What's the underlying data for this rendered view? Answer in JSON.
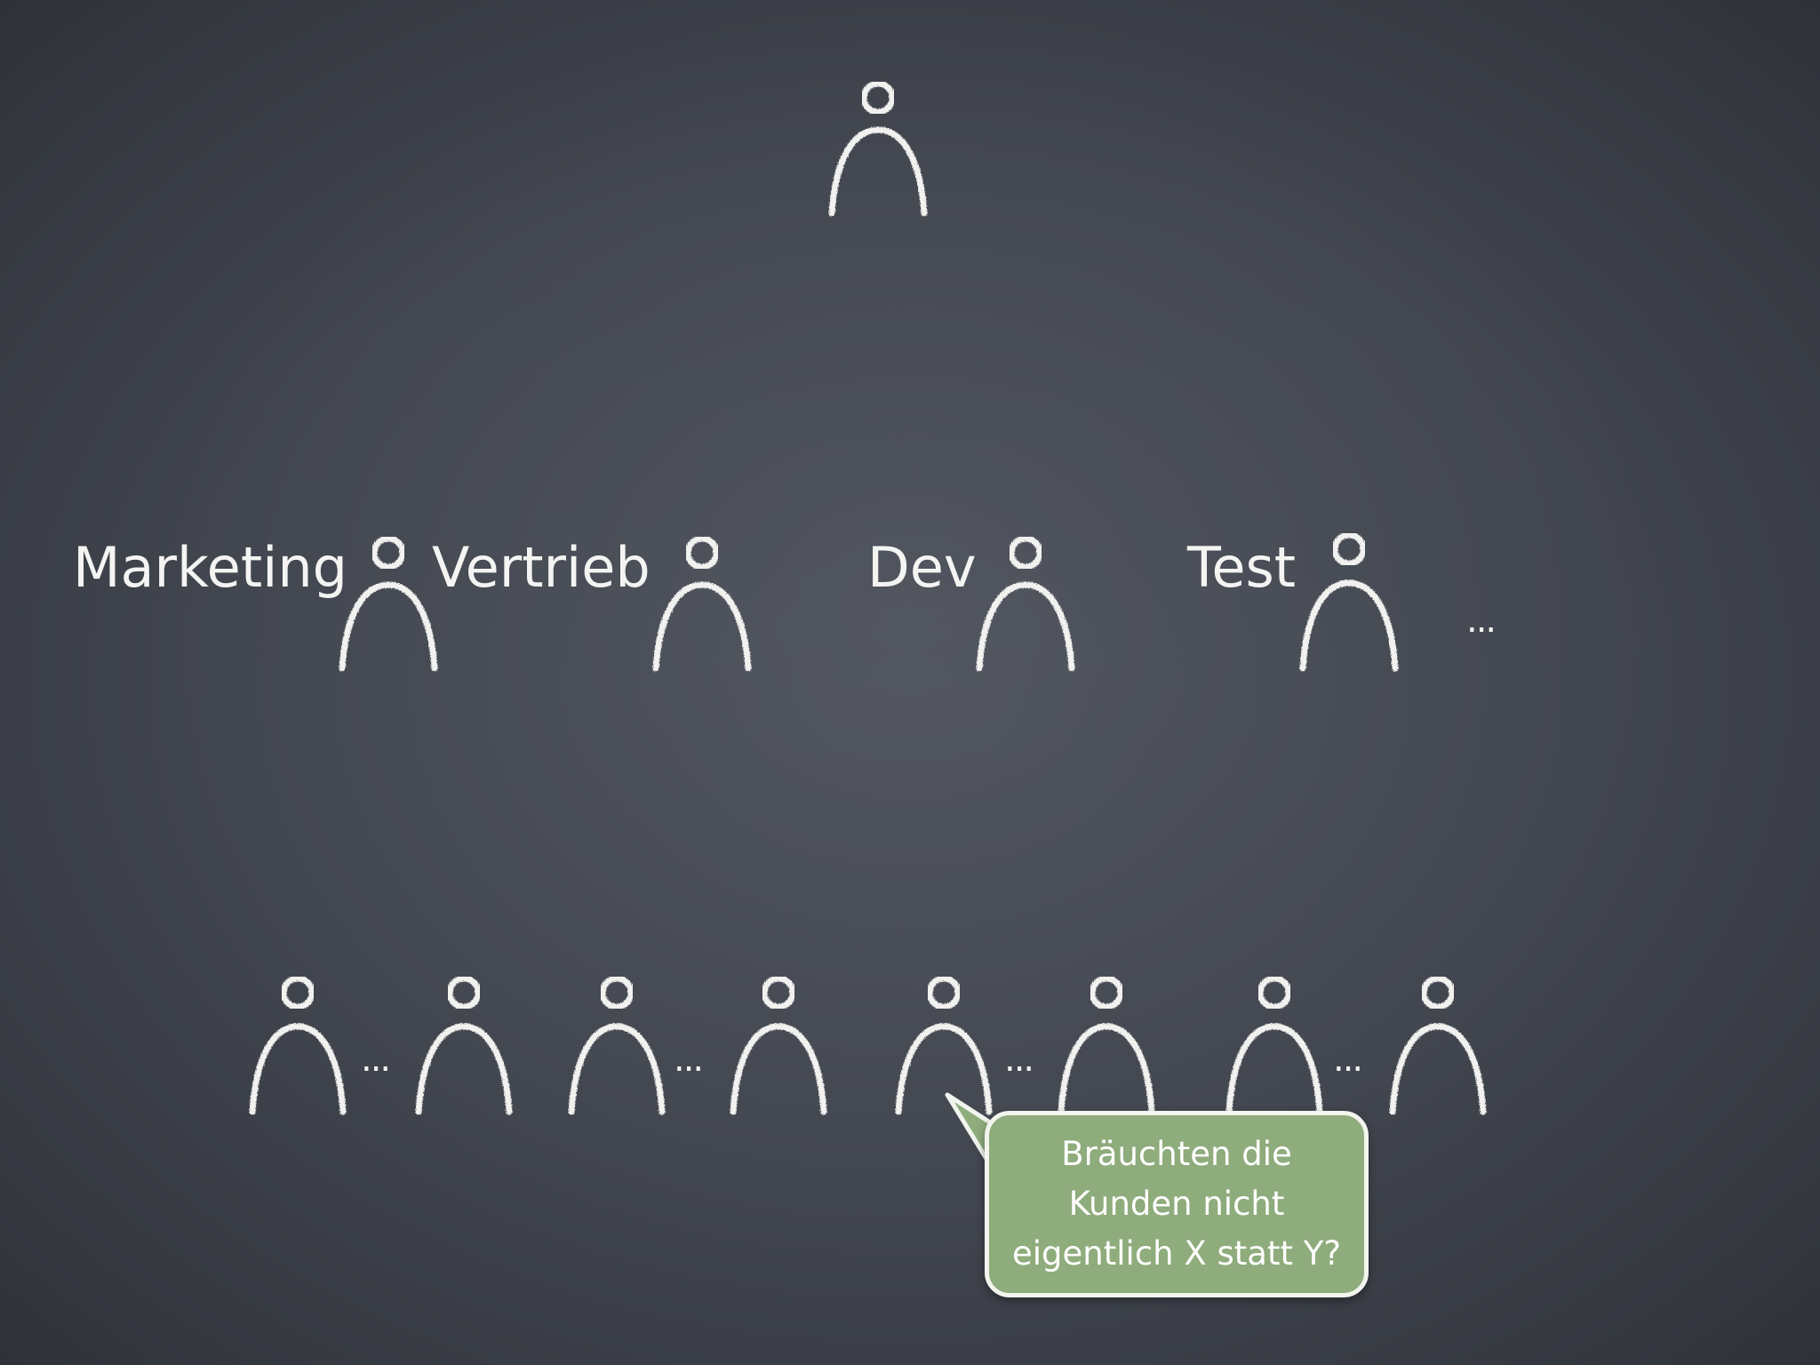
{
  "diagram": {
    "departments": [
      {
        "label": "Marketing"
      },
      {
        "label": "Vertrieb"
      },
      {
        "label": "Dev"
      },
      {
        "label": "Test"
      }
    ],
    "more_departments": "...",
    "more_staff": "...",
    "speech_bubble": {
      "lines": [
        "Bräuchten die",
        "Kunden nicht",
        "eigentlich X statt Y?"
      ]
    }
  },
  "colors": {
    "board": "#41454e",
    "chalk": "#f1f1ef",
    "bubble_fill": "#8fac7c",
    "bubble_text": "#ffffff"
  },
  "icons": {
    "person": "chalk-person-icon"
  }
}
